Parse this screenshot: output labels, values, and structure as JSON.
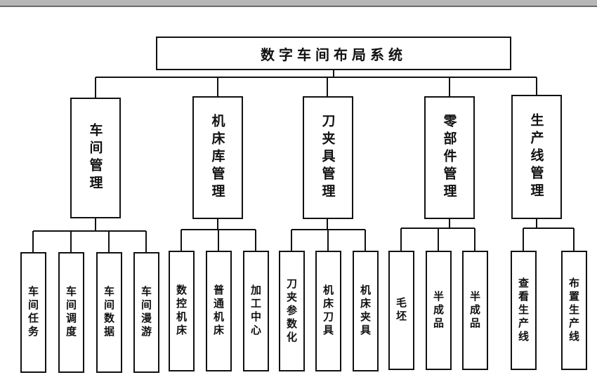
{
  "root": "数字车间布局系统",
  "modules": [
    {
      "label": "车间管理",
      "children": [
        "车间任务",
        "车间调度",
        "车间数据",
        "车间漫游"
      ]
    },
    {
      "label": "机床库管理",
      "children": [
        "数控机床",
        "普通机床",
        "加工中心"
      ]
    },
    {
      "label": "刀夹具管理",
      "children": [
        "刀夹参数化",
        "机床刀具",
        "机床夹具"
      ]
    },
    {
      "label": "零部件管理",
      "children": [
        "毛坯",
        "半成品",
        "半成品"
      ]
    },
    {
      "label": "生产线管理",
      "children": [
        "查看生产线",
        "布置生产线"
      ]
    }
  ]
}
